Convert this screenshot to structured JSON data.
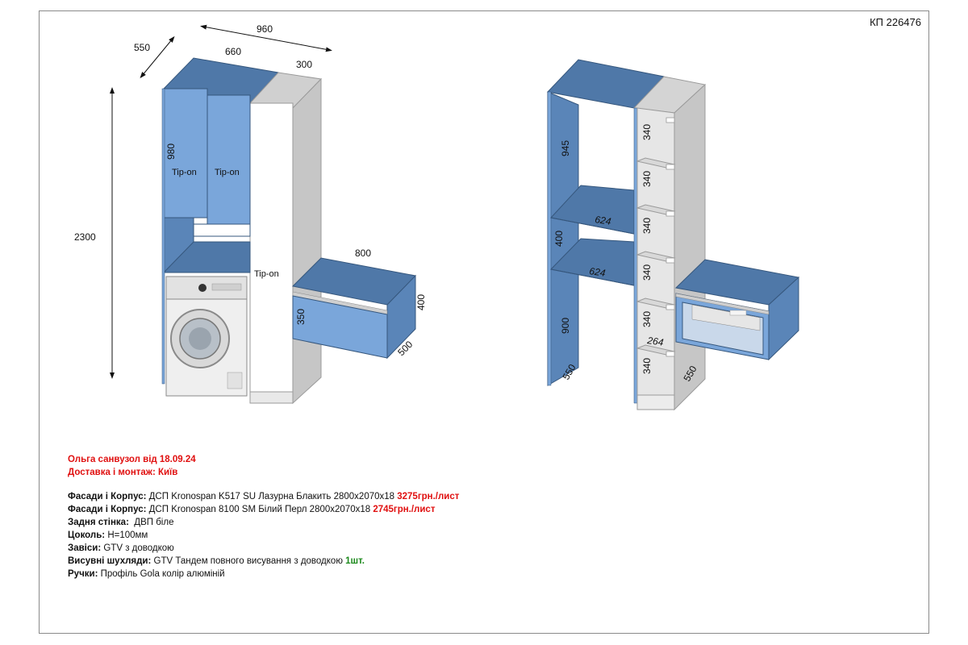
{
  "project_code": "КП 226476",
  "dimensions_left": {
    "total_width": "960",
    "depth": "550",
    "cabinet_width": "660",
    "column_width": "300",
    "height": "2300",
    "upper_door_height": "980",
    "bench_width": "800",
    "bench_height": "400",
    "bench_depth": "500",
    "drawer_height": "350"
  },
  "door_labels": {
    "left_door": "Tip-on",
    "right_door": "Tip-on",
    "tall_door": "Tip-on"
  },
  "dimensions_right": {
    "upper_section": "945",
    "middle_section": "400",
    "lower_section": "900",
    "side_depth": "550",
    "shelf_width_1": "624",
    "shelf_width_2": "624",
    "column_shelves": [
      "340",
      "340",
      "340",
      "340",
      "340",
      "340"
    ],
    "column_inner_width": "264",
    "column_depth": "550"
  },
  "order": {
    "line1": "Ольга санвузол від 18.09.24",
    "line2": "Доставка і монтаж: Київ"
  },
  "specs": [
    {
      "label": "Фасади і Корпус:",
      "text": " ДСП Kronospan K517 SU Лазурна Блакить 2800x2070x18 ",
      "price": "3275грн./лист",
      "price_color": "red"
    },
    {
      "label": "Фасади і Корпус:",
      "text": " ДСП Kronospan 8100 SM Білий Перл 2800x2070x18 ",
      "price": "2745грн./лист",
      "price_color": "red"
    },
    {
      "label": "Задня стінка:",
      "text": "  ДВП біле",
      "price": "",
      "price_color": ""
    },
    {
      "label": "Цоколь:",
      "text": " H=100мм",
      "price": "",
      "price_color": ""
    },
    {
      "label": "Завіси:",
      "text": " GTV з доводкою",
      "price": "",
      "price_color": ""
    },
    {
      "label": "Висувні шухляди:",
      "text": " GTV Тандем повного висування з доводкою ",
      "price": "1шт.",
      "price_color": "green"
    },
    {
      "label": "Ручки:",
      "text": " Профіль Gola колір алюміній",
      "price": "",
      "price_color": ""
    }
  ],
  "colors": {
    "blue_face": "#7aa6da",
    "blue_top": "#4f78a8",
    "white_face": "#ffffff",
    "gray_side": "#c8c8c8",
    "gray_top": "#d4d4d4",
    "price_red": "#e01010",
    "qty_green": "#1d8a1d"
  }
}
